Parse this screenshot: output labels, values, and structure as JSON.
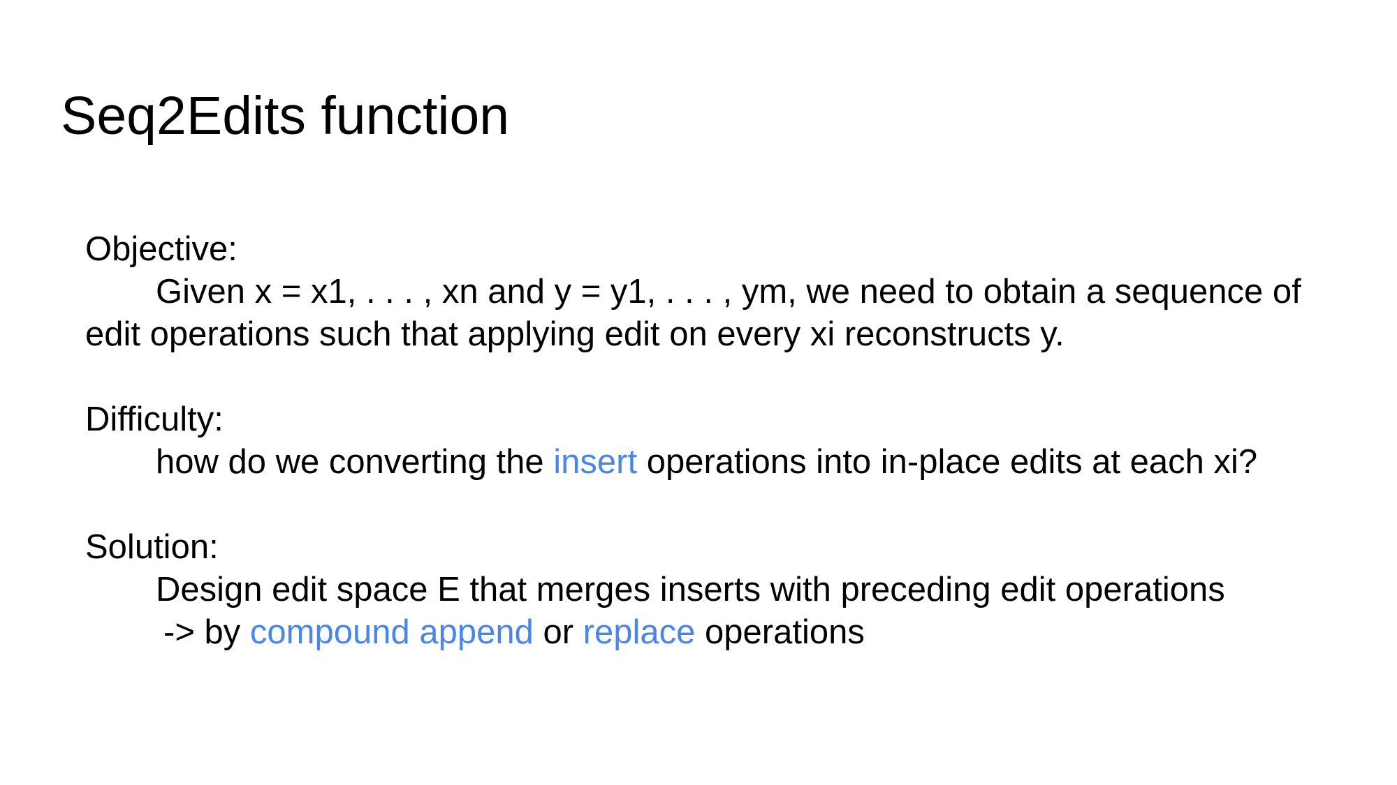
{
  "slide": {
    "title": "Seq2Edits function",
    "accent_color": "#4a86e8",
    "objective": {
      "heading": "Objective:",
      "line1": "Given x = x1, . . . , xn and y = y1, . . . , ym, we need to obtain a sequence of",
      "line2": "edit operations such that applying edit on every xi reconstructs y."
    },
    "difficulty": {
      "heading": "Difficulty:",
      "pre": "how do we converting the ",
      "highlight": "insert",
      "post": " operations into in-place edits at each xi?"
    },
    "solution": {
      "heading": "Solution:",
      "line1": "Design edit space E that merges inserts with preceding edit operations",
      "line2_pre": "-> by ",
      "line2_highlight1": "compound append",
      "line2_mid": " or ",
      "line2_highlight2": "replace",
      "line2_post": " operations"
    }
  }
}
